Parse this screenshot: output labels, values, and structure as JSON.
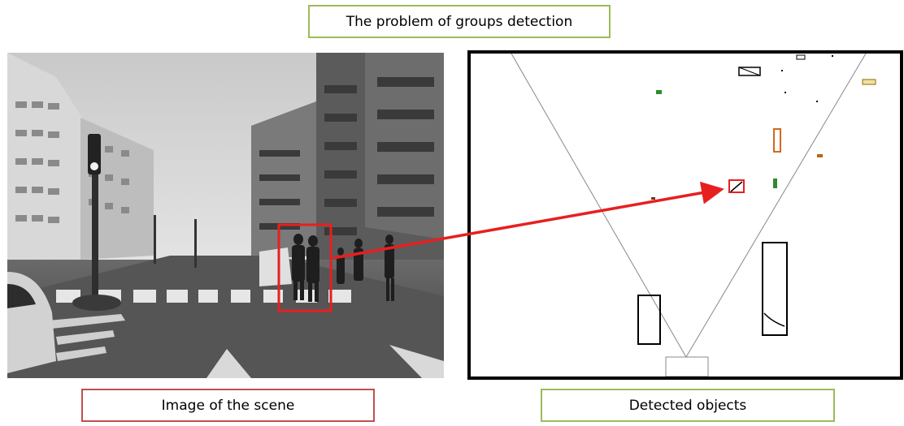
{
  "title": "The problem of groups detection",
  "left_panel": {
    "caption": "Image of the scene"
  },
  "right_panel": {
    "caption": "Detected objects"
  },
  "colors": {
    "highlight": "#e81f1f",
    "green_border": "#9bbb59",
    "red_border": "#c0504d"
  }
}
